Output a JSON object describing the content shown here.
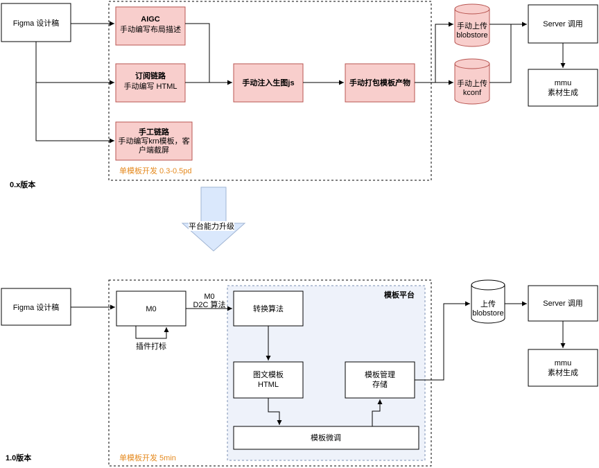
{
  "v0": {
    "figma": "Figma 设计稿",
    "aigc_title": "AIGC",
    "aigc_desc": "手动编写布局描述",
    "sub_title": "订阅链路",
    "sub_desc": "手动编写 HTML",
    "manual_title": "手工链路",
    "manual_desc1": "手动编写krn模板，客",
    "manual_desc2": "户端截屏",
    "inject": "手动注入生图js",
    "pack": "手动打包模板产物",
    "upload_blob1": "手动上传",
    "upload_blob2": "blobstore",
    "upload_kconf1": "手动上传",
    "upload_kconf2": "kconf",
    "server": "Server 调用",
    "mmu1": "mmu",
    "mmu2": "素材生成",
    "group_label": "单模板开发 0.3-0.5pd",
    "version_label": "0.x版本"
  },
  "upgrade": "平台能力升级",
  "v1": {
    "figma": "Figma 设计稿",
    "m0": "M0",
    "plugin": "插件打标",
    "edge_m0": "M0",
    "edge_d2c": "D2C 算法",
    "platform_title": "模板平台",
    "convert": "转换算法",
    "tpl1": "图文模板",
    "tpl2": "HTML",
    "manage1": "模板管理",
    "manage2": "存储",
    "tune": "模板微调",
    "upload1": "上传",
    "upload2": "blobstore",
    "server": "Server 调用",
    "mmu1": "mmu",
    "mmu2": "素材生成",
    "group_label": "单模板开发 5min",
    "version_label": "1.0版本"
  }
}
